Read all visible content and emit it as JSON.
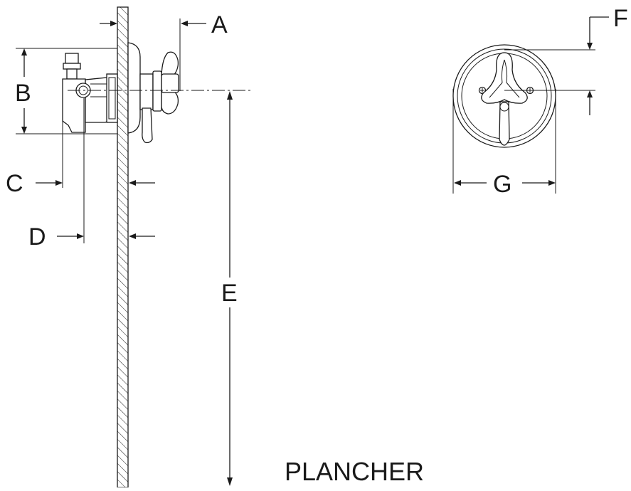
{
  "labels": {
    "a": "A",
    "b": "B",
    "c": "C",
    "d": "D",
    "e": "E",
    "f": "F",
    "g": "G",
    "floor": "PLANCHER"
  },
  "colors": {
    "ink": "#1a1a1a",
    "background": "#ffffff"
  }
}
